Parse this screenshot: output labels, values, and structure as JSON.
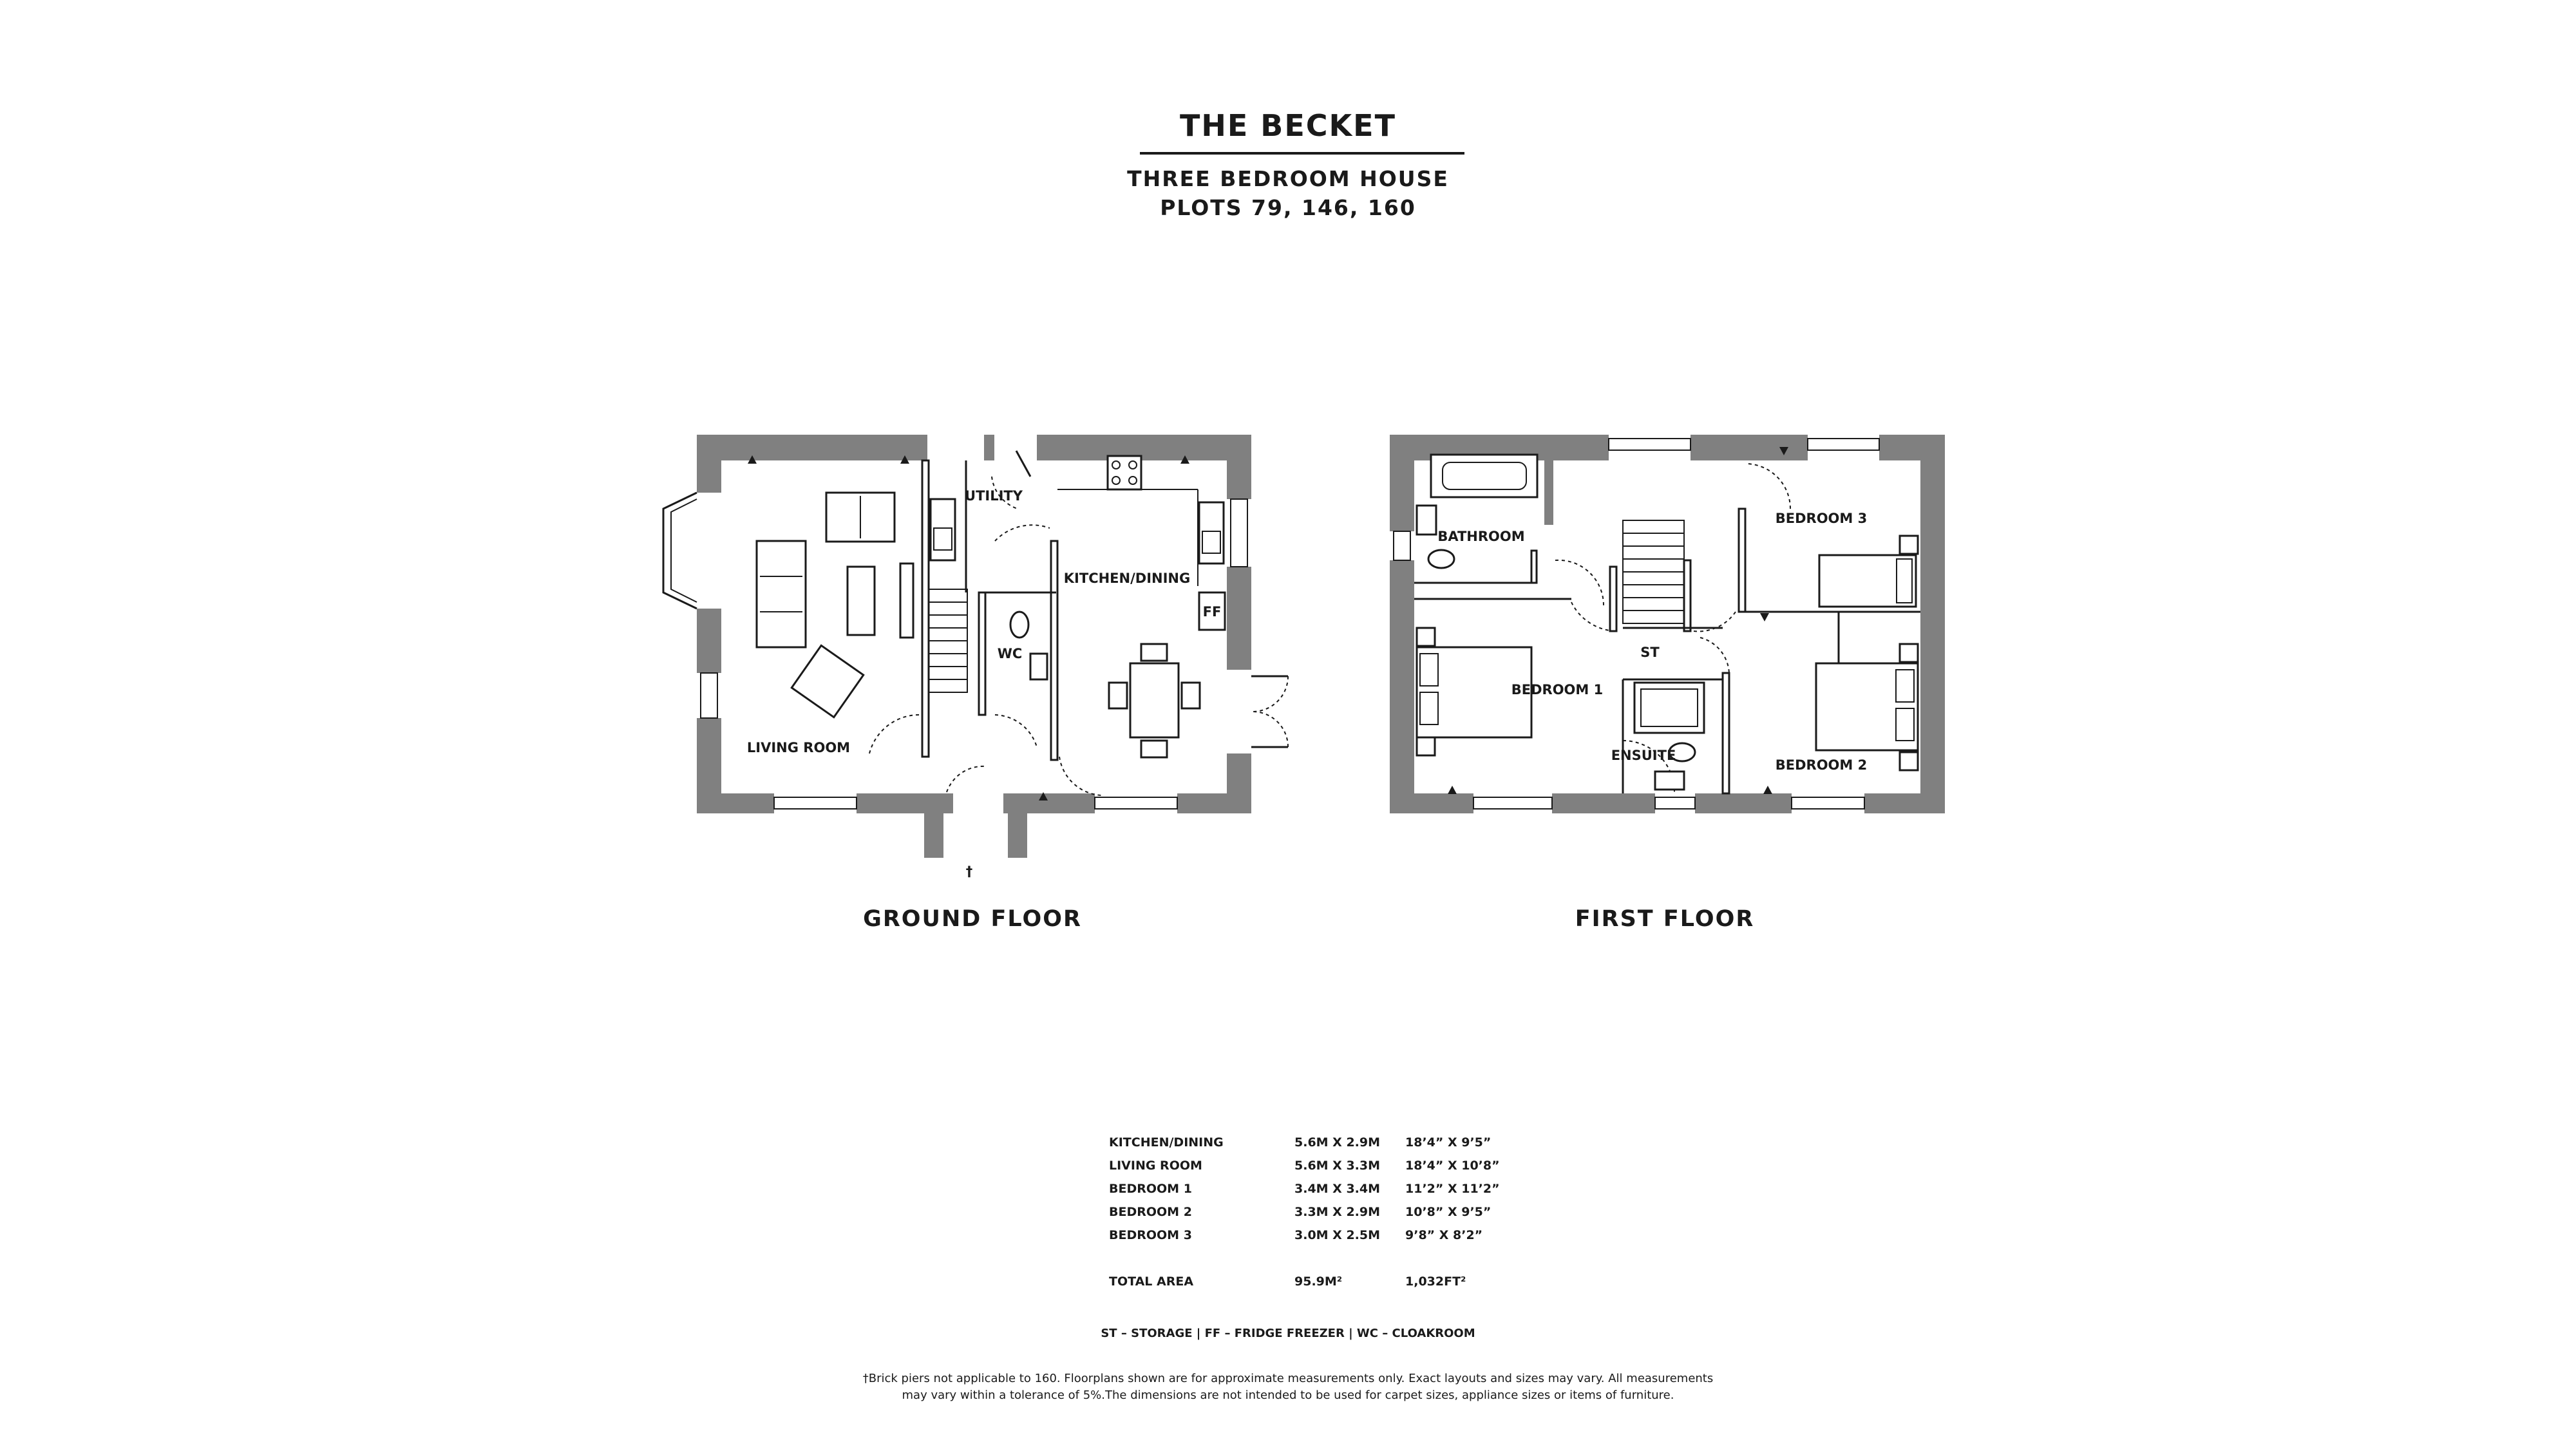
{
  "header": {
    "title": "THE BECKET",
    "subtitle": "THREE BEDROOM HOUSE",
    "plots": "PLOTS 79, 146, 160"
  },
  "ground_floor": {
    "label": "GROUND FLOOR",
    "rooms": {
      "living_room": "LIVING ROOM",
      "utility": "UTILITY",
      "kitchen_dining": "KITCHEN/DINING",
      "wc": "WC",
      "ff": "FF"
    },
    "pier_marker": "†"
  },
  "first_floor": {
    "label": "FIRST FLOOR",
    "rooms": {
      "bathroom": "BATHROOM",
      "bedroom_1": "BEDROOM 1",
      "bedroom_2": "BEDROOM 2",
      "bedroom_3": "BEDROOM 3",
      "st": "ST",
      "ensuite": "ENSUITE"
    }
  },
  "dimensions": {
    "rows": [
      {
        "room": "KITCHEN/DINING",
        "metric": "5.6M X 2.9M",
        "imperial": "18’4” X 9’5”"
      },
      {
        "room": "LIVING ROOM",
        "metric": "5.6M X 3.3M",
        "imperial": "18’4” X 10’8”"
      },
      {
        "room": "BEDROOM 1",
        "metric": "3.4M X 3.4M",
        "imperial": "11’2” X 11’2”"
      },
      {
        "room": "BEDROOM 2",
        "metric": "3.3M X 2.9M",
        "imperial": "10’8” X 9’5”"
      },
      {
        "room": "BEDROOM 3",
        "metric": "3.0M X 2.5M",
        "imperial": "9’8” X 8’2”"
      }
    ],
    "total": {
      "room": "TOTAL AREA",
      "metric": "95.9M²",
      "imperial": "1,032FT²"
    }
  },
  "legend": "ST – STORAGE  |  FF – FRIDGE FREEZER  |  WC – CLOAKROOM",
  "disclaimer": {
    "line1": "†Brick piers not applicable to 160. Floorplans shown are for approximate measurements only. Exact layouts and sizes may vary. All measurements",
    "line2": "may vary within a tolerance of 5%.The dimensions are not intended to be used for carpet sizes, appliance sizes or items of furniture."
  },
  "colors": {
    "wall": "#808080",
    "ink": "#1a1a1a",
    "background": "#ffffff"
  }
}
